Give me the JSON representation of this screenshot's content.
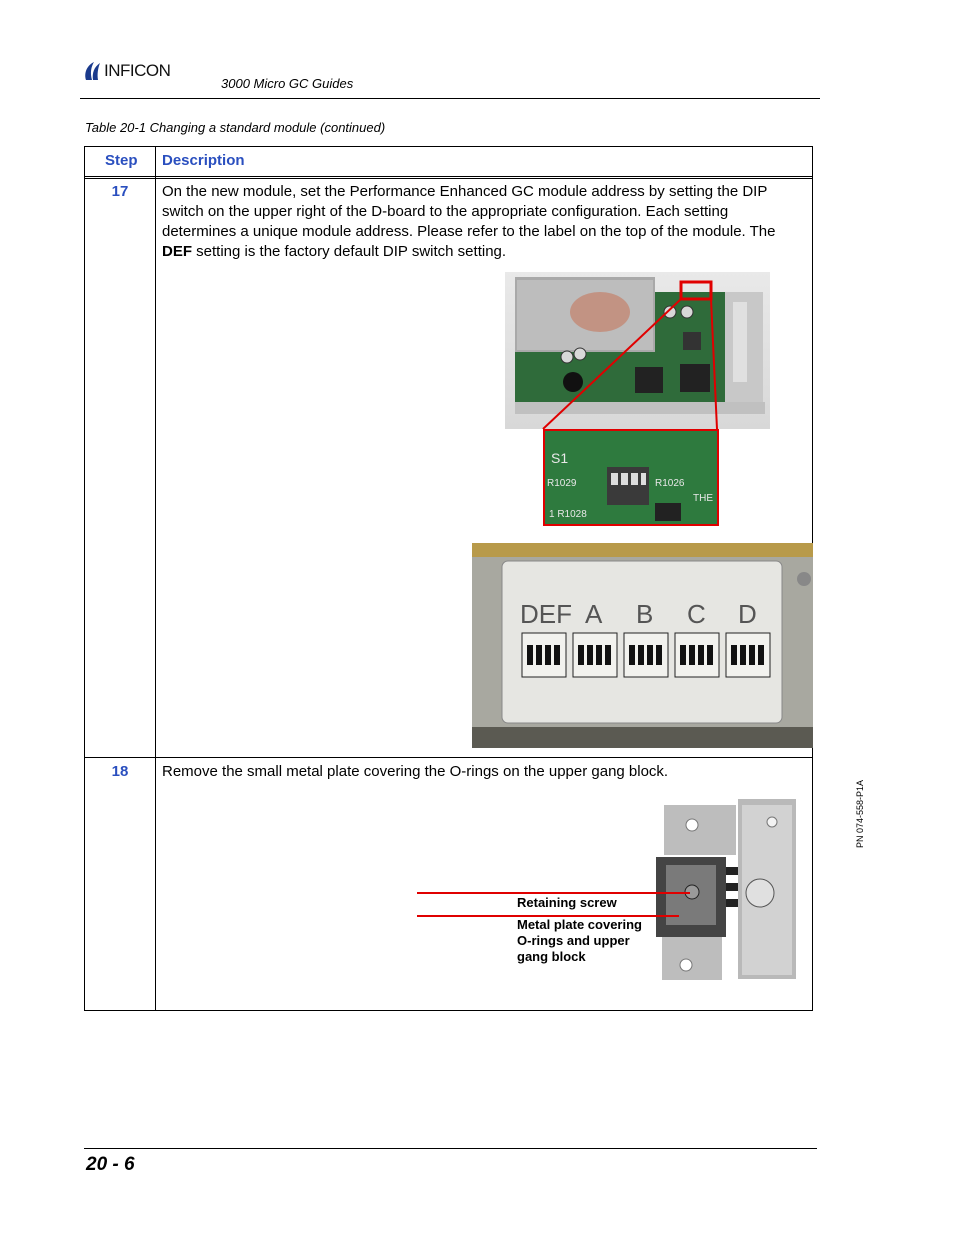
{
  "header": {
    "logo_text": "INFICON",
    "guide_title": "3000 Micro GC Guides"
  },
  "caption": "Table 20-1  Changing a standard module (continued)",
  "table": {
    "col_step": "Step",
    "col_description": "Description",
    "rows": [
      {
        "step": "17",
        "text_before": "On the new module, set the Performance Enhanced GC module address by setting the DIP switch on the upper right of the D-board to the appropriate configuration. Each setting determines a unique module address. Please refer to the label on the top of the module. The ",
        "bold": "DEF",
        "text_after": " setting is the factory default DIP switch setting."
      },
      {
        "step": "18",
        "text": "Remove the small metal plate covering the O-rings on the upper gang block.",
        "callouts": {
          "retaining_screw": "Retaining screw",
          "metal_plate": "Metal plate covering O-rings and upper gang block"
        }
      }
    ]
  },
  "zoom_labels": {
    "s1": "S1",
    "r1029": "R1029",
    "r1026": "R1026",
    "r1028": "1 R1028",
    "the": "THE"
  },
  "dip_label": {
    "settings": [
      "DEF",
      "A",
      "B",
      "C",
      "D"
    ]
  },
  "footer": {
    "page_number": "20 - 6",
    "part_number": "PN 074-558-P1A"
  }
}
